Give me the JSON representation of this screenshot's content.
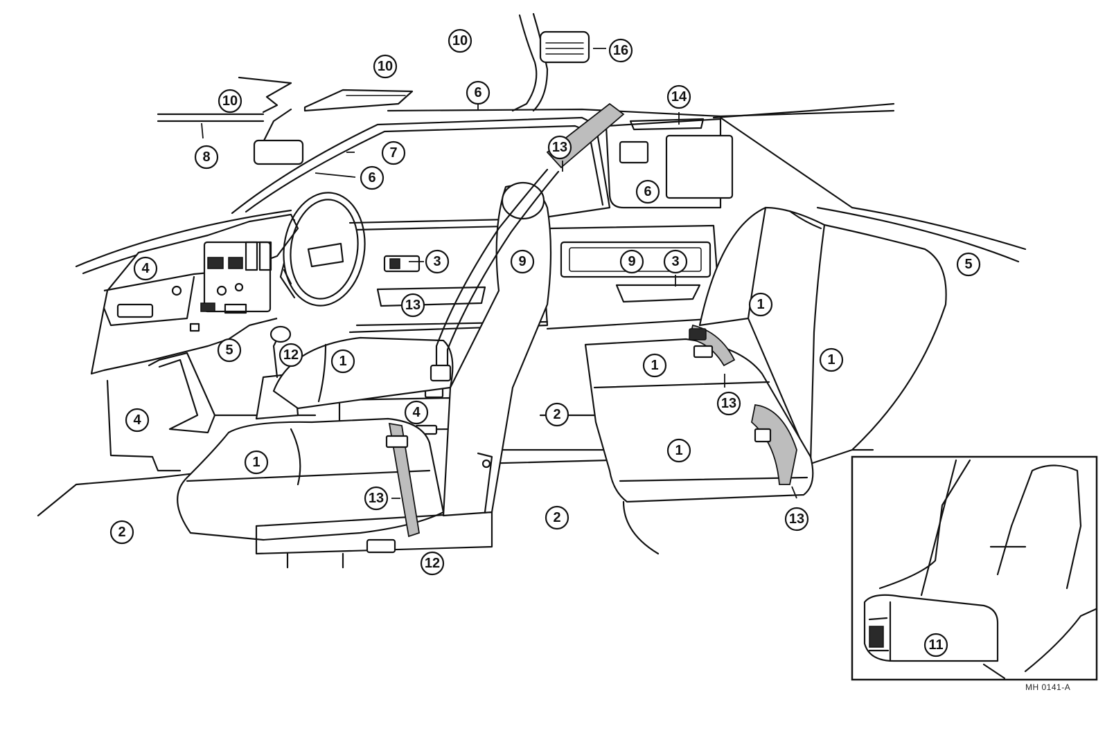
{
  "figure_code": "MH 0141-A",
  "callouts": [
    {
      "num": "1"
    },
    {
      "num": "1"
    },
    {
      "num": "1"
    },
    {
      "num": "1"
    },
    {
      "num": "1"
    },
    {
      "num": "1"
    },
    {
      "num": "2"
    },
    {
      "num": "2"
    },
    {
      "num": "2"
    },
    {
      "num": "3"
    },
    {
      "num": "3"
    },
    {
      "num": "4"
    },
    {
      "num": "4"
    },
    {
      "num": "4"
    },
    {
      "num": "5"
    },
    {
      "num": "5"
    },
    {
      "num": "6"
    },
    {
      "num": "6"
    },
    {
      "num": "6"
    },
    {
      "num": "7"
    },
    {
      "num": "8"
    },
    {
      "num": "9"
    },
    {
      "num": "9"
    },
    {
      "num": "10"
    },
    {
      "num": "10"
    },
    {
      "num": "10"
    },
    {
      "num": "11"
    },
    {
      "num": "12"
    },
    {
      "num": "12"
    },
    {
      "num": "13"
    },
    {
      "num": "13"
    },
    {
      "num": "13"
    },
    {
      "num": "13"
    },
    {
      "num": "13"
    },
    {
      "num": "14"
    },
    {
      "num": "16"
    }
  ]
}
